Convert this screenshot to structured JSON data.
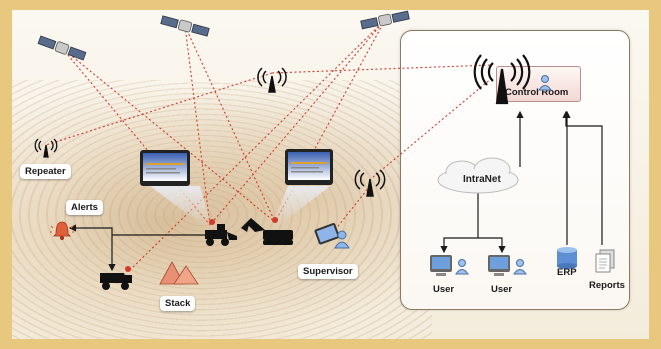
{
  "labels": {
    "repeater": "Repeater",
    "alerts": "Alerts",
    "stack": "Stack",
    "supervisor": "Supervisor",
    "control_room": "Control Room",
    "intranet": "IntraNet",
    "user1": "User",
    "user2": "User",
    "erp": "ERP",
    "reports": "Reports"
  },
  "icons": [
    "satellite-icon",
    "radio-tower-icon",
    "monitor-icon",
    "truck-icon",
    "excavator-icon",
    "dozer-icon",
    "alert-bell-icon",
    "stockpile-icon",
    "tablet-icon",
    "person-icon",
    "computer-icon",
    "database-icon",
    "document-icon",
    "cloud-icon"
  ],
  "colors": {
    "link_line": "#d23a2a",
    "frame": "#e8c77e",
    "panel_border": "#8a7a64",
    "arrow": "#1a1a1a"
  }
}
